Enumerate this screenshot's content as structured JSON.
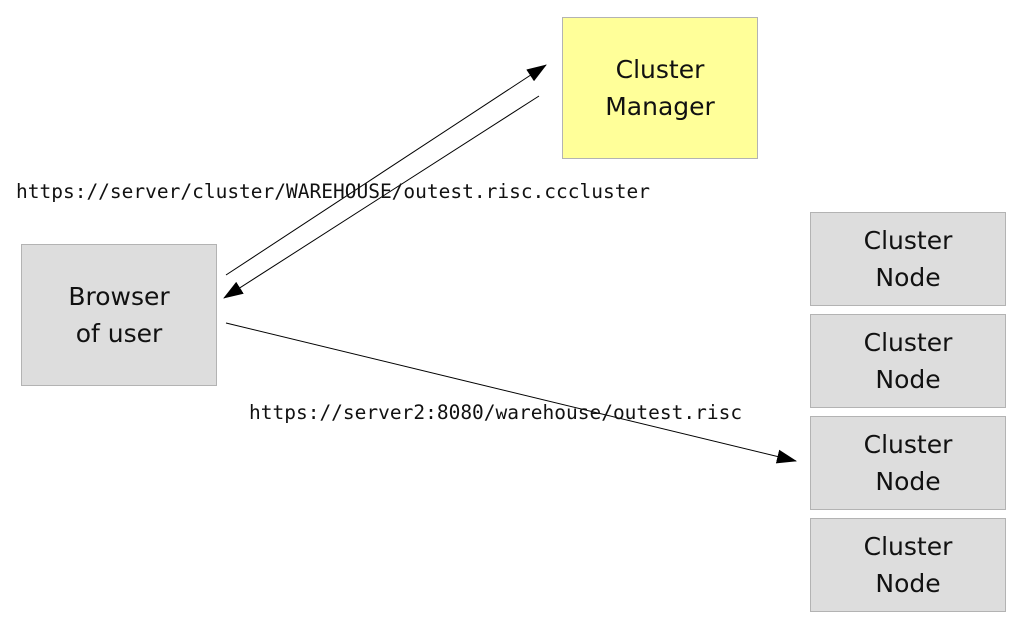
{
  "colors": {
    "manager_fill": "#ffff99",
    "node_fill": "#dddddd",
    "browser_fill": "#dddddd",
    "border": "#b3b3b3",
    "line": "#000000"
  },
  "cluster_manager": {
    "line1": "Cluster",
    "line2": "Manager"
  },
  "browser": {
    "line1": "Browser",
    "line2": "of user"
  },
  "cluster_nodes": [
    {
      "line1": "Cluster",
      "line2": "Node"
    },
    {
      "line1": "Cluster",
      "line2": "Node"
    },
    {
      "line1": "Cluster",
      "line2": "Node"
    },
    {
      "line1": "Cluster",
      "line2": "Node"
    }
  ],
  "urls": {
    "manager_url": "https://server/cluster/WAREHOUSE/outest.risc.cccluster",
    "node_url": "https://server2:8080/warehouse/outest.risc"
  }
}
